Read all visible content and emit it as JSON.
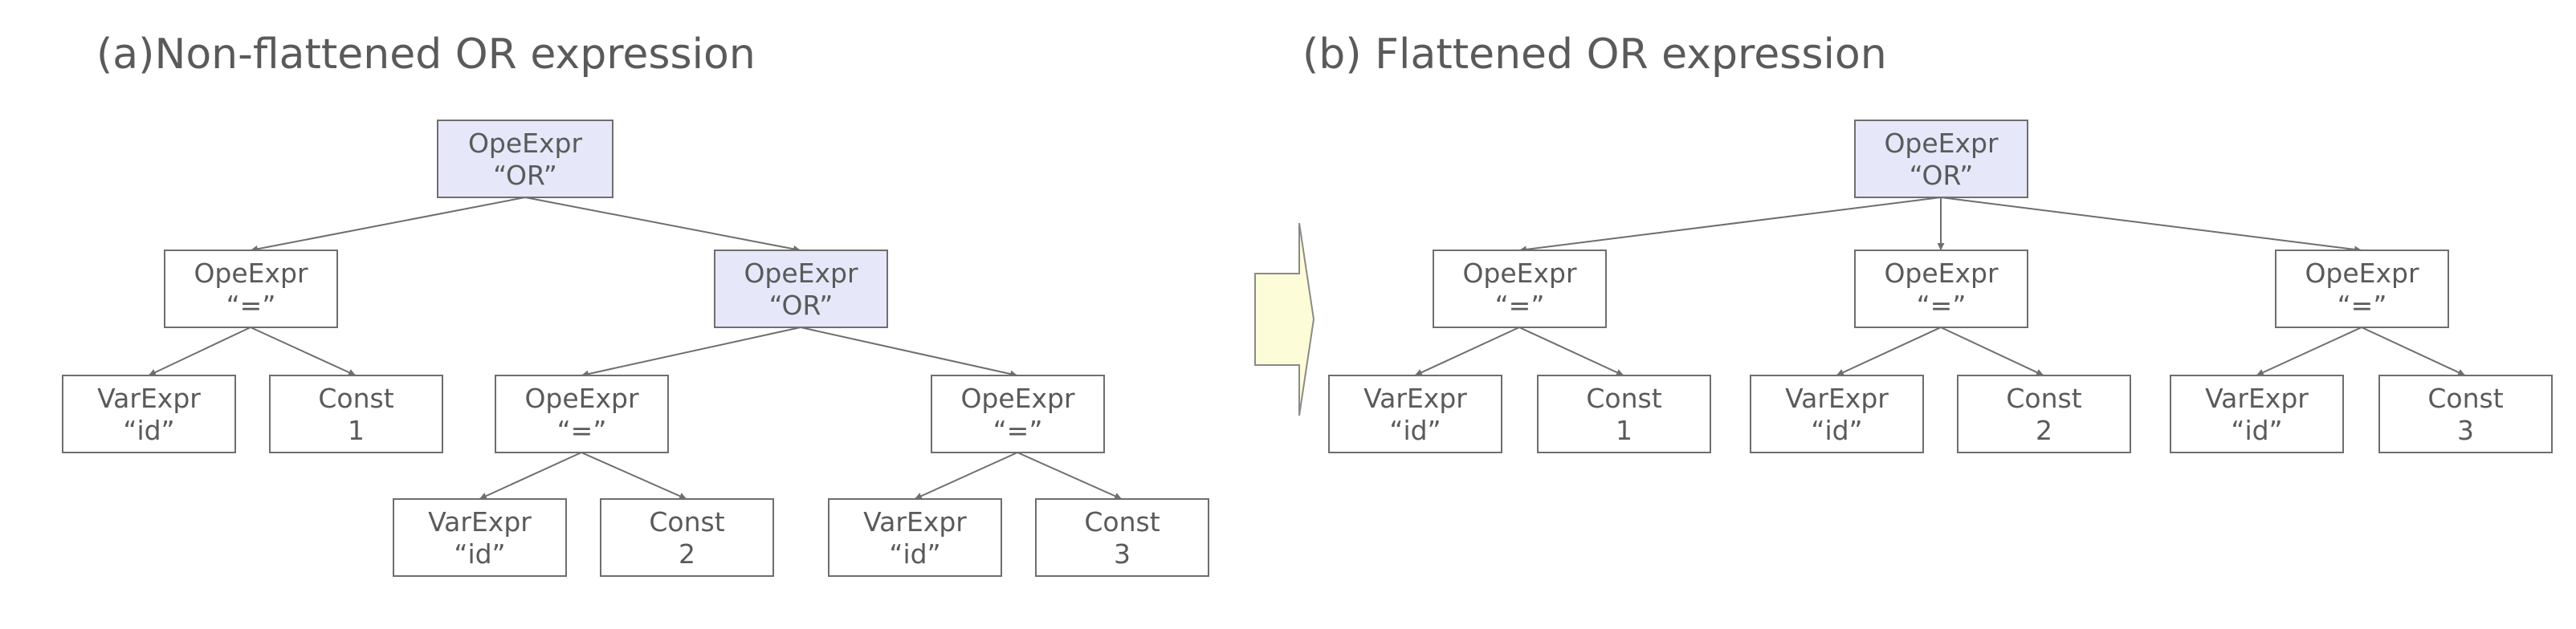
{
  "panel_a": {
    "title": "(a)Non-flattened OR expression",
    "nodes": {
      "root": {
        "line1": "OpeExpr",
        "line2": "“OR”",
        "highlight": true
      },
      "eq1": {
        "line1": "OpeExpr",
        "line2": "“=”"
      },
      "var1": {
        "line1": "VarExpr",
        "line2": "“id”"
      },
      "const1": {
        "line1": "Const",
        "line2": "1"
      },
      "or2": {
        "line1": "OpeExpr",
        "line2": "“OR”",
        "highlight": true
      },
      "eq2": {
        "line1": "OpeExpr",
        "line2": "“=”"
      },
      "eq3": {
        "line1": "OpeExpr",
        "line2": "“=”"
      },
      "var2": {
        "line1": "VarExpr",
        "line2": "“id”"
      },
      "const2": {
        "line1": "Const",
        "line2": "2"
      },
      "var3": {
        "line1": "VarExpr",
        "line2": "“id”"
      },
      "const3": {
        "line1": "Const",
        "line2": "3"
      }
    }
  },
  "panel_b": {
    "title": "(b) Flattened OR expression",
    "nodes": {
      "root": {
        "line1": "OpeExpr",
        "line2": "“OR”",
        "highlight": true
      },
      "eq1": {
        "line1": "OpeExpr",
        "line2": "“=”"
      },
      "eq2": {
        "line1": "OpeExpr",
        "line2": "“=”"
      },
      "eq3": {
        "line1": "OpeExpr",
        "line2": "“=”"
      },
      "var1": {
        "line1": "VarExpr",
        "line2": "“id”"
      },
      "const1": {
        "line1": "Const",
        "line2": "1"
      },
      "var2": {
        "line1": "VarExpr",
        "line2": "“id”"
      },
      "const2": {
        "line1": "Const",
        "line2": "2"
      },
      "var3": {
        "line1": "VarExpr",
        "line2": "“id”"
      },
      "const3": {
        "line1": "Const",
        "line2": "3"
      }
    }
  },
  "colors": {
    "highlight_fill": "#e6e8fa",
    "transform_arrow_fill": "#fdfcd8",
    "stroke": "#6e6e6e",
    "text": "#5a5a5a"
  },
  "transform_arrow": {
    "icon": "right-arrow-icon"
  }
}
